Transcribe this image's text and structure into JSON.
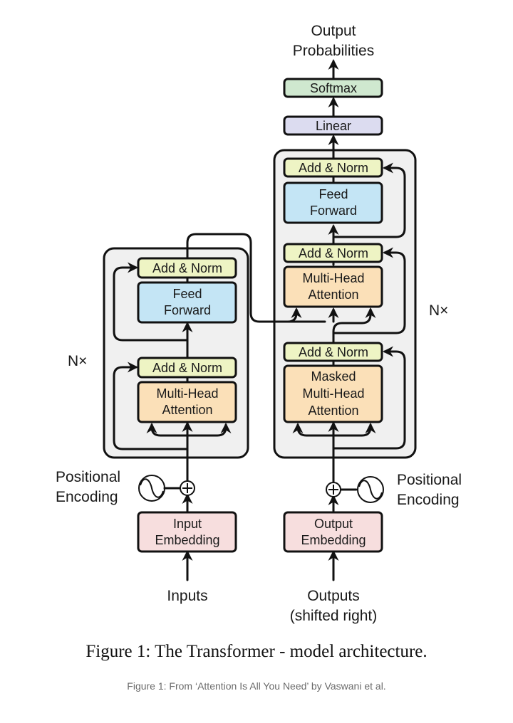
{
  "figure": {
    "title": "Figure 1: The Transformer - model architecture.",
    "source_caption": "Figure 1: From ‘Attention Is All You Need’ by Vaswani et al."
  },
  "colors": {
    "add_norm": "#eef4c4",
    "feed_forward": "#c4e5f5",
    "attention": "#fbe0b8",
    "embedding": "#f7dede",
    "linear": "#dcdcf0",
    "softmax": "#cfe8cf",
    "stack_bg": "#f0f0f0",
    "stroke": "#111111"
  },
  "encoder": {
    "repeat_label": "N×",
    "add_norm_top": "Add & Norm",
    "feed_forward": [
      "Feed",
      "Forward"
    ],
    "add_norm_bottom": "Add & Norm",
    "attention": [
      "Multi-Head",
      "Attention"
    ],
    "positional_encoding": [
      "Positional",
      "Encoding"
    ],
    "embedding": [
      "Input",
      "Embedding"
    ],
    "input_label": "Inputs"
  },
  "decoder": {
    "repeat_label": "N×",
    "add_norm_top": "Add & Norm",
    "feed_forward": [
      "Feed",
      "Forward"
    ],
    "add_norm_mid": "Add & Norm",
    "attention": [
      "Multi-Head",
      "Attention"
    ],
    "add_norm_bottom": "Add & Norm",
    "masked_attention": [
      "Masked",
      "Multi-Head",
      "Attention"
    ],
    "positional_encoding": [
      "Positional",
      "Encoding"
    ],
    "embedding": [
      "Output",
      "Embedding"
    ],
    "input_label": [
      "Outputs",
      "(shifted right)"
    ]
  },
  "head": {
    "linear": "Linear",
    "softmax": "Softmax",
    "output_label": [
      "Output",
      "Probabilities"
    ]
  }
}
